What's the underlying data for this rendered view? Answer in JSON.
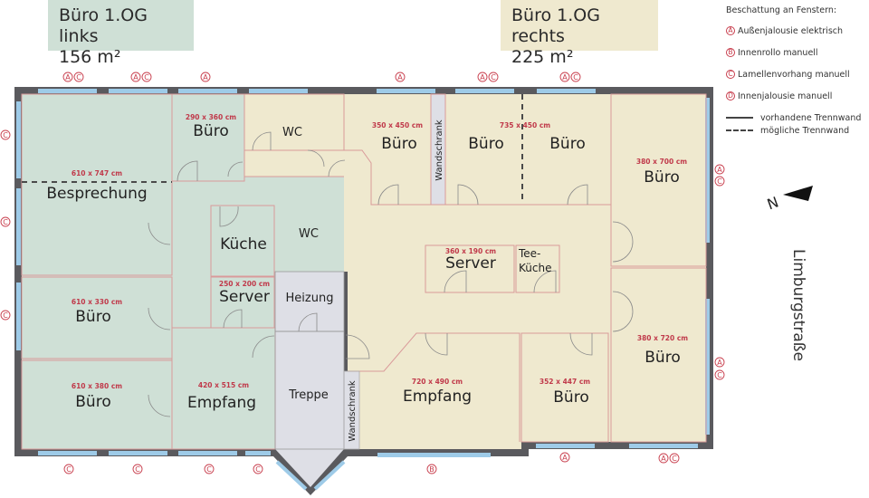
{
  "areas": {
    "left": {
      "title": "Büro 1.OG links",
      "size": "156 m²",
      "color": "#cfe0d6"
    },
    "right": {
      "title": "Büro 1.OG rechts",
      "size": "225 m²",
      "color": "#efe9cf"
    }
  },
  "legend": {
    "title": "Beschattung an Fenstern:",
    "items": [
      {
        "key": "A",
        "label": "Außenjalousie elektrisch"
      },
      {
        "key": "B",
        "label": "Innenrollo manuell"
      },
      {
        "key": "C",
        "label": "Lamellenvorhang manuell"
      },
      {
        "key": "D",
        "label": "Innenjalousie manuell"
      }
    ],
    "walls": [
      {
        "style": "solid",
        "label": "vorhandene Trennwand"
      },
      {
        "style": "dashed",
        "label": "mögliche Trennwand"
      }
    ]
  },
  "street": "Limburgstraße",
  "compass": {
    "label": "N"
  },
  "colors": {
    "left_fill": "#cfe0d6",
    "right_fill": "#efe9cf",
    "service_fill": "#dedfe6",
    "wall": "#5a5a5e",
    "window": "#9ecbe8",
    "room_line": "#d99a9a",
    "dim_text": "#c0394a",
    "shade_marker": "#c83e4d"
  },
  "rooms": [
    {
      "id": "besprechung",
      "name": "Besprechung",
      "dims": "610 x 747 cm",
      "side": "left"
    },
    {
      "id": "buero-left-small",
      "name": "Büro",
      "dims": "290 x 360 cm",
      "side": "left"
    },
    {
      "id": "kueche",
      "name": "Küche",
      "dims": "",
      "side": "left"
    },
    {
      "id": "wc-left",
      "name": "WC",
      "dims": "",
      "side": "left"
    },
    {
      "id": "server-left",
      "name": "Server",
      "dims": "250 x 200 cm",
      "side": "left"
    },
    {
      "id": "buero-left-mid",
      "name": "Büro",
      "dims": "610 x 330 cm",
      "side": "left"
    },
    {
      "id": "buero-left-bottom",
      "name": "Büro",
      "dims": "610 x 380 cm",
      "side": "left"
    },
    {
      "id": "empfang-left",
      "name": "Empfang",
      "dims": "420 x 515 cm",
      "side": "left"
    },
    {
      "id": "heizung",
      "name": "Heizung",
      "dims": "",
      "side": "shared"
    },
    {
      "id": "treppe",
      "name": "Treppe",
      "dims": "",
      "side": "shared"
    },
    {
      "id": "wc-right",
      "name": "WC",
      "dims": "",
      "side": "right"
    },
    {
      "id": "buero-right-1",
      "name": "Büro",
      "dims": "350 x 450 cm",
      "side": "right"
    },
    {
      "id": "wandschrank-top",
      "name": "Wandschrank",
      "dims": "",
      "side": "right"
    },
    {
      "id": "buero-right-2",
      "name": "Büro",
      "dims": "735 x 450 cm",
      "side": "right"
    },
    {
      "id": "buero-right-3",
      "name": "Büro",
      "dims": "",
      "side": "right"
    },
    {
      "id": "buero-right-corner",
      "name": "Büro",
      "dims": "380 x 700 cm",
      "side": "right"
    },
    {
      "id": "server-right",
      "name": "Server",
      "dims": "360 x 190 cm",
      "side": "right"
    },
    {
      "id": "teekueche",
      "name": "Tee-Küche",
      "line1": "Tee-",
      "line2": "Küche",
      "dims": "",
      "side": "right"
    },
    {
      "id": "wandschrank-bottom",
      "name": "Wandschrank",
      "dims": "",
      "side": "right"
    },
    {
      "id": "empfang-right",
      "name": "Empfang",
      "dims": "720 x 490 cm",
      "side": "right"
    },
    {
      "id": "buero-right-bottom",
      "name": "Büro",
      "dims": "352 x 447 cm",
      "side": "right"
    },
    {
      "id": "buero-right-east",
      "name": "Büro",
      "dims": "380 x 720 cm",
      "side": "right"
    }
  ],
  "shading_markers": {
    "top": [
      "AC",
      "AC",
      "A",
      "A",
      "AC",
      "AC"
    ],
    "left": [
      "C",
      "C",
      "C"
    ],
    "bottom": [
      "C",
      "C",
      "C",
      "C",
      "B",
      "A",
      "AC"
    ],
    "right": [
      "AC",
      "AC"
    ]
  }
}
